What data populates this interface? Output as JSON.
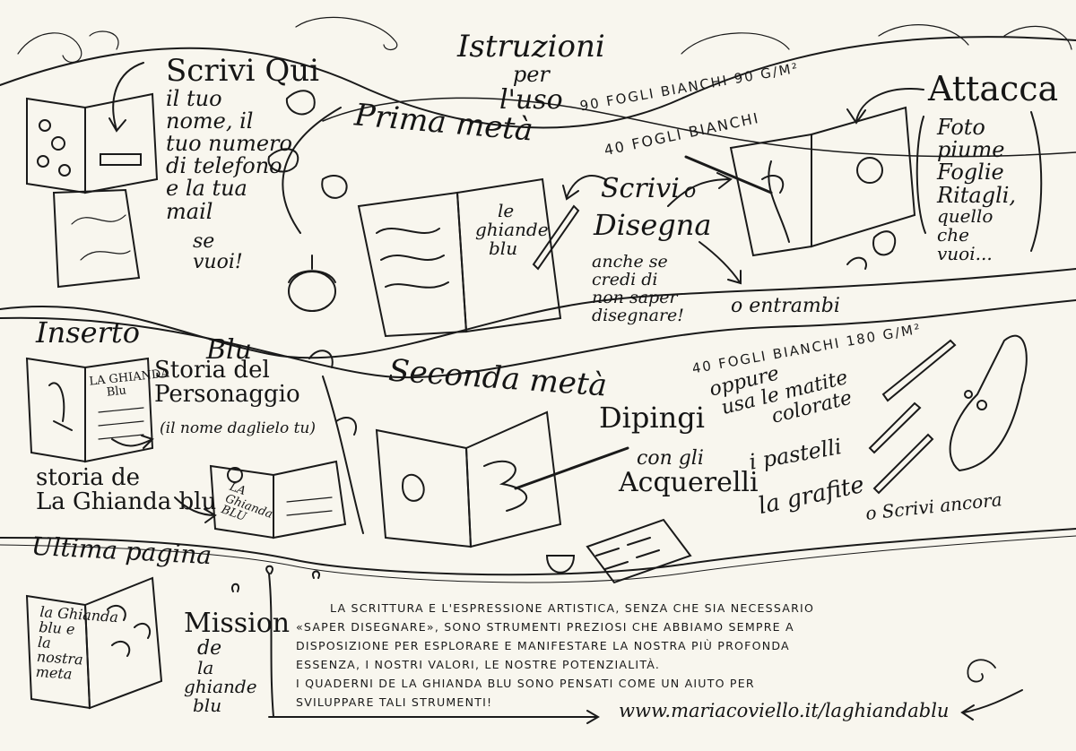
{
  "title": {
    "l1": "Istruzioni",
    "l2": "per",
    "l3": "l'uso"
  },
  "paper_note_1": "90 FOGLI BIANCHI 90 g/m²",
  "section1": {
    "heading": "Prima metà",
    "sheets": "40 FOGLI BIANCHI",
    "write_here": {
      "title": "Scrivi Qui",
      "lines": [
        "il tuo",
        "nome, il",
        "tuo numero",
        "di telefono",
        "e la tua",
        "mail"
      ],
      "aside": [
        "se",
        "vuoi!"
      ]
    },
    "book_text": [
      "le",
      "ghiande",
      "blu"
    ],
    "write_draw": {
      "l1": "Scrivi",
      "o": "o",
      "l2": "Disegna"
    },
    "note": [
      "anche se",
      "credi di",
      "non saper",
      "disegnare!"
    ],
    "or_both": "o entrambi",
    "attach": {
      "title": "Attacca",
      "lines": [
        "Foto",
        "piume",
        "Foglie",
        "Ritagli,",
        "quello",
        "che",
        "vuoi..."
      ]
    }
  },
  "section2": {
    "inserto": "Inserto",
    "blu": "Blu",
    "book_text": [
      "LA GHIANDA",
      "Blu"
    ],
    "story_char": [
      "Storia del",
      "Personaggio"
    ],
    "story_note": "(il nome daglielo tu)",
    "story_ghianda": [
      "storia de",
      "La Ghianda blu"
    ],
    "small_book": [
      "LA",
      "Ghianda",
      "BLU"
    ],
    "heading": "Seconda metà",
    "sheets": "40 FOGLI BIANCHI 180 g/m²",
    "paint": "Dipingi",
    "colors": [
      "oppure",
      "usa le matite",
      "colorate"
    ],
    "watercolors": [
      "con gli",
      "Acquerelli"
    ],
    "pastels": "i pastelli",
    "graphite": "la grafite",
    "write_again": "o Scrivi ancora"
  },
  "section3": {
    "heading": "Ultima pagina",
    "book_text": [
      "la Ghianda",
      "blu e",
      "la",
      "nostra",
      "meta"
    ],
    "mission": [
      "Mission",
      "de",
      "la",
      "ghiande",
      "blu"
    ],
    "paragraph": [
      "LA SCRITTURA E L'ESPRESSIONE ARTISTICA, SENZA CHE SIA NECESSARIO",
      "«SAPER DISEGNARE», SONO STRUMENTI PREZIOSI CHE ABBIAMO SEMPRE A",
      "DISPOSIZIONE PER ESPLORARE E MANIFESTARE LA NOSTRA PIÙ PROFONDA",
      "ESSENZA, I NOSTRI VALORI, LE NOSTRE POTENZIALITÀ.",
      "I QUADERNI DE LA GHIANDA BLU SONO PENSATI COME UN AIUTO PER",
      "SVILUPPARE TALI STRUMENTI!"
    ],
    "url": "www.mariacoviello.it/laghiandablu"
  }
}
